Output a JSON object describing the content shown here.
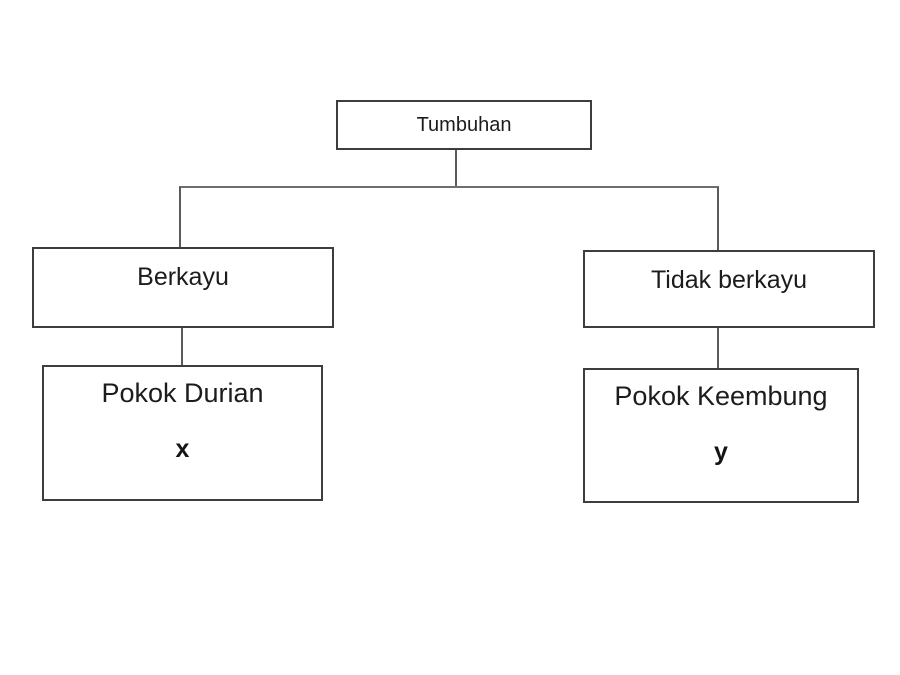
{
  "diagram": {
    "type": "tree",
    "nodes": {
      "root": {
        "label": "Tumbuhan"
      },
      "left": {
        "label": "Berkayu"
      },
      "right": {
        "label": "Tidak berkayu"
      },
      "left_child": {
        "label": "Pokok Durian",
        "sublabel": "x"
      },
      "right_child": {
        "label": "Pokok Keembung",
        "sublabel": "y"
      }
    },
    "edges": [
      [
        "Tumbuhan",
        "Berkayu"
      ],
      [
        "Tumbuhan",
        "Tidak berkayu"
      ],
      [
        "Berkayu",
        "Pokok Durian"
      ],
      [
        "Tidak berkayu",
        "Pokok Keembung"
      ]
    ],
    "colors": {
      "background": "#ffffff",
      "box_border": "#3d3d3d",
      "connector_line": "#5a5a5a",
      "text": "#1c1c1c"
    }
  }
}
